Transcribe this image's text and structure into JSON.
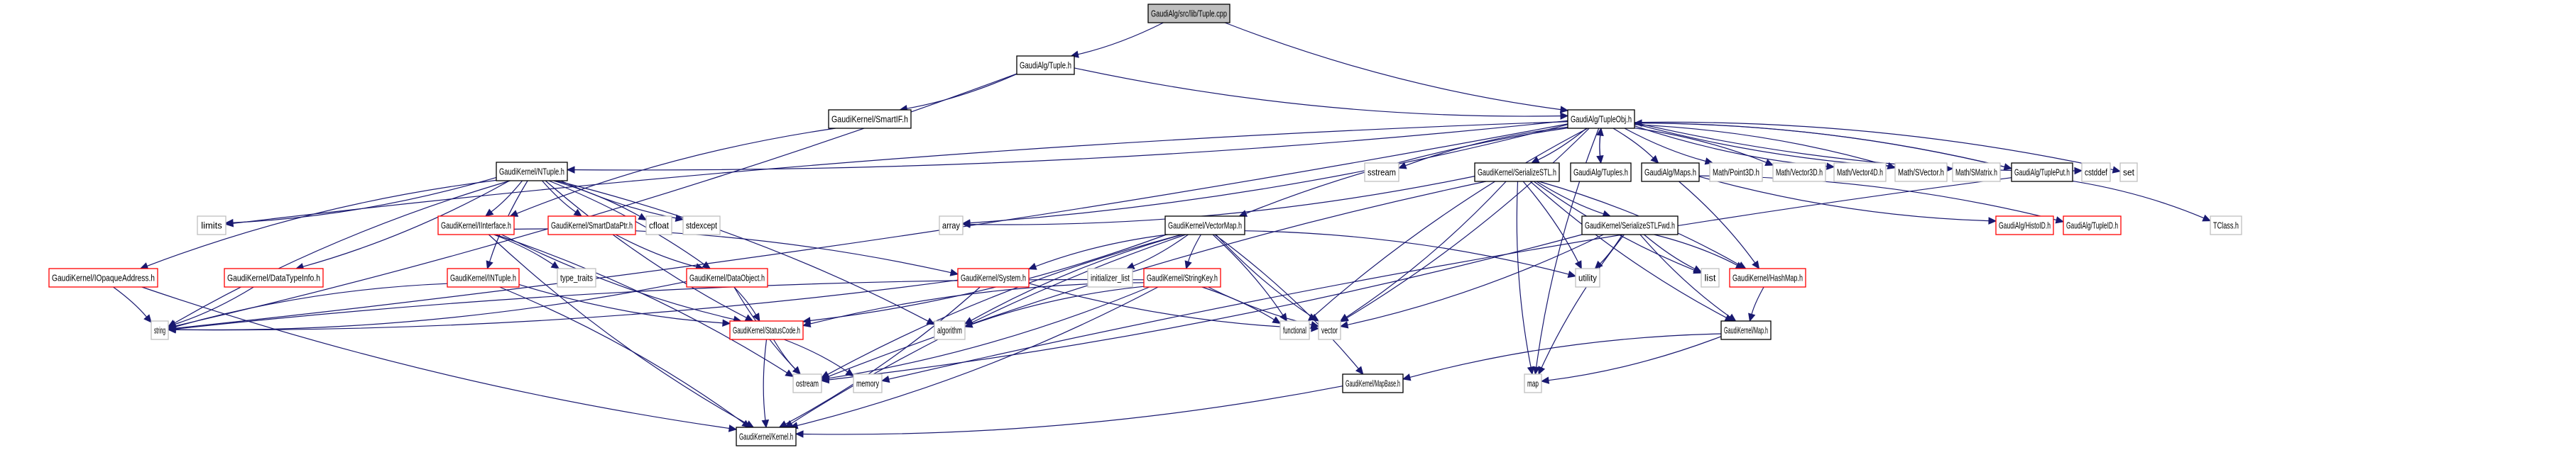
{
  "title": "GaudiAlg/src/lib/Tuple.cpp include dependency graph",
  "colors": {
    "edge": "#191970",
    "root_fill": "#bfbfbf",
    "documented_border": "#000000",
    "incomplete_border": "#ff0000",
    "external_border": "#bfbfbf"
  },
  "nodes": [
    {
      "id": "root",
      "label": "GaudiAlg/src/lib/Tuple.cpp",
      "kind": "root"
    },
    {
      "id": "tuple_h",
      "label": "GaudiAlg/Tuple.h",
      "kind": "doc"
    },
    {
      "id": "smartif",
      "label": "GaudiKernel/SmartIF.h",
      "kind": "doc"
    },
    {
      "id": "tupleobj",
      "label": "GaudiAlg/TupleObj.h",
      "kind": "doc"
    },
    {
      "id": "ntuple",
      "label": "GaudiKernel/NTuple.h",
      "kind": "doc"
    },
    {
      "id": "sstream",
      "label": "sstream",
      "kind": "ext"
    },
    {
      "id": "serializestl",
      "label": "GaudiKernel/SerializeSTL.h",
      "kind": "doc"
    },
    {
      "id": "tuples",
      "label": "GaudiAlg/Tuples.h",
      "kind": "doc"
    },
    {
      "id": "maps",
      "label": "GaudiAlg/Maps.h",
      "kind": "doc"
    },
    {
      "id": "point3d",
      "label": "Math/Point3D.h",
      "kind": "ext"
    },
    {
      "id": "vector3d",
      "label": "Math/Vector3D.h",
      "kind": "ext"
    },
    {
      "id": "vector4d",
      "label": "Math/Vector4D.h",
      "kind": "ext"
    },
    {
      "id": "svector",
      "label": "Math/SVector.h",
      "kind": "ext"
    },
    {
      "id": "smatrix",
      "label": "Math/SMatrix.h",
      "kind": "ext"
    },
    {
      "id": "tupleput",
      "label": "GaudiAlg/TuplePut.h",
      "kind": "doc"
    },
    {
      "id": "cstddef",
      "label": "cstddef",
      "kind": "ext"
    },
    {
      "id": "set",
      "label": "set",
      "kind": "ext"
    },
    {
      "id": "limits",
      "label": "limits",
      "kind": "ext"
    },
    {
      "id": "iinterface",
      "label": "GaudiKernel/IInterface.h",
      "kind": "red"
    },
    {
      "id": "smartdataptr",
      "label": "GaudiKernel/SmartDataPtr.h",
      "kind": "red"
    },
    {
      "id": "cfloat",
      "label": "cfloat",
      "kind": "ext"
    },
    {
      "id": "stdexcept",
      "label": "stdexcept",
      "kind": "ext"
    },
    {
      "id": "array",
      "label": "array",
      "kind": "ext"
    },
    {
      "id": "vectormap",
      "label": "GaudiKernel/VectorMap.h",
      "kind": "doc"
    },
    {
      "id": "serializestlfwd",
      "label": "GaudiKernel/SerializeSTLFwd.h",
      "kind": "doc"
    },
    {
      "id": "histoid",
      "label": "GaudiAlg/HistoID.h",
      "kind": "red"
    },
    {
      "id": "tupleid",
      "label": "GaudiAlg/TupleID.h",
      "kind": "red"
    },
    {
      "id": "tclass",
      "label": "TClass.h",
      "kind": "ext"
    },
    {
      "id": "iopaque",
      "label": "GaudiKernel/IOpaqueAddress.h",
      "kind": "red"
    },
    {
      "id": "datatypeinfo",
      "label": "GaudiKernel/DataTypeInfo.h",
      "kind": "red"
    },
    {
      "id": "intuple",
      "label": "GaudiKernel/INTuple.h",
      "kind": "red"
    },
    {
      "id": "type_traits",
      "label": "type_traits",
      "kind": "ext"
    },
    {
      "id": "dataobject",
      "label": "GaudiKernel/DataObject.h",
      "kind": "red"
    },
    {
      "id": "system",
      "label": "GaudiKernel/System.h",
      "kind": "red"
    },
    {
      "id": "initializer_list",
      "label": "initializer_list",
      "kind": "ext"
    },
    {
      "id": "stringkey",
      "label": "GaudiKernel/StringKey.h",
      "kind": "red"
    },
    {
      "id": "utility",
      "label": "utility",
      "kind": "ext"
    },
    {
      "id": "list",
      "label": "list",
      "kind": "ext"
    },
    {
      "id": "hashmap",
      "label": "GaudiKernel/HashMap.h",
      "kind": "red"
    },
    {
      "id": "string",
      "label": "string",
      "kind": "ext"
    },
    {
      "id": "statuscode",
      "label": "GaudiKernel/StatusCode.h",
      "kind": "red"
    },
    {
      "id": "algorithm",
      "label": "algorithm",
      "kind": "ext"
    },
    {
      "id": "functional",
      "label": "functional",
      "kind": "ext"
    },
    {
      "id": "vector",
      "label": "vector",
      "kind": "ext"
    },
    {
      "id": "map_h",
      "label": "GaudiKernel/Map.h",
      "kind": "doc"
    },
    {
      "id": "ostream",
      "label": "ostream",
      "kind": "ext"
    },
    {
      "id": "memory",
      "label": "memory",
      "kind": "ext"
    },
    {
      "id": "map",
      "label": "map",
      "kind": "ext"
    },
    {
      "id": "mapbase",
      "label": "GaudiKernel/MapBase.h",
      "kind": "doc"
    },
    {
      "id": "kernel",
      "label": "GaudiKernel/Kernel.h",
      "kind": "doc"
    }
  ],
  "edges": [
    [
      "root",
      "tuple_h"
    ],
    [
      "root",
      "tupleobj"
    ],
    [
      "tuple_h",
      "smartif"
    ],
    [
      "tuple_h",
      "tupleobj"
    ],
    [
      "tuple_h",
      "string"
    ],
    [
      "smartif",
      "iinterface"
    ],
    [
      "tupleobj",
      "ntuple"
    ],
    [
      "tupleobj",
      "sstream"
    ],
    [
      "tupleobj",
      "serializestl"
    ],
    [
      "tupleobj",
      "tuples"
    ],
    [
      "tupleobj",
      "maps"
    ],
    [
      "tupleobj",
      "point3d"
    ],
    [
      "tupleobj",
      "vector3d"
    ],
    [
      "tupleobj",
      "vector4d"
    ],
    [
      "tupleobj",
      "svector"
    ],
    [
      "tupleobj",
      "smatrix"
    ],
    [
      "tupleobj",
      "tupleput"
    ],
    [
      "tupleobj",
      "cstddef"
    ],
    [
      "tupleobj",
      "set"
    ],
    [
      "tupleobj",
      "limits"
    ],
    [
      "tupleobj",
      "array"
    ],
    [
      "tupleobj",
      "vectormap"
    ],
    [
      "tupleobj",
      "string"
    ],
    [
      "tupleobj",
      "functional"
    ],
    [
      "tupleobj",
      "vector"
    ],
    [
      "tupleobj",
      "map"
    ],
    [
      "tuples",
      "tupleobj"
    ],
    [
      "tupleput",
      "tupleobj"
    ],
    [
      "tupleput",
      "tclass"
    ],
    [
      "tupleput",
      "memory"
    ],
    [
      "ntuple",
      "iinterface"
    ],
    [
      "ntuple",
      "smartdataptr"
    ],
    [
      "ntuple",
      "cfloat"
    ],
    [
      "ntuple",
      "stdexcept"
    ],
    [
      "ntuple",
      "limits"
    ],
    [
      "ntuple",
      "iopaque"
    ],
    [
      "ntuple",
      "datatypeinfo"
    ],
    [
      "ntuple",
      "intuple"
    ],
    [
      "ntuple",
      "dataobject"
    ],
    [
      "ntuple",
      "string"
    ],
    [
      "ntuple",
      "algorithm"
    ],
    [
      "ntuple",
      "statuscode"
    ],
    [
      "iinterface",
      "type_traits"
    ],
    [
      "iinterface",
      "statuscode"
    ],
    [
      "iinterface",
      "ostream"
    ],
    [
      "iinterface",
      "kernel"
    ],
    [
      "iinterface",
      "system"
    ],
    [
      "smartdataptr",
      "dataobject"
    ],
    [
      "dataobject",
      "statuscode"
    ],
    [
      "dataobject",
      "ostream"
    ],
    [
      "dataobject",
      "string"
    ],
    [
      "serializestl",
      "serializestlfwd"
    ],
    [
      "serializestl",
      "utility"
    ],
    [
      "serializestl",
      "list"
    ],
    [
      "serializestl",
      "hashmap"
    ],
    [
      "serializestl",
      "map_h"
    ],
    [
      "serializestl",
      "vector"
    ],
    [
      "serializestl",
      "ostream"
    ],
    [
      "serializestl",
      "array"
    ],
    [
      "serializestl",
      "map"
    ],
    [
      "maps",
      "hashmap"
    ],
    [
      "maps",
      "histoid"
    ],
    [
      "maps",
      "tupleid"
    ],
    [
      "vectormap",
      "stringkey"
    ],
    [
      "vectormap",
      "initializer_list"
    ],
    [
      "vectormap",
      "system"
    ],
    [
      "vectormap",
      "utility"
    ],
    [
      "vectormap",
      "algorithm"
    ],
    [
      "vectormap",
      "functional"
    ],
    [
      "vectormap",
      "vector"
    ],
    [
      "vectormap",
      "mapbase"
    ],
    [
      "vectormap",
      "ostream"
    ],
    [
      "vectormap",
      "statuscode"
    ],
    [
      "vectormap",
      "kernel"
    ],
    [
      "serializestlfwd",
      "utility"
    ],
    [
      "serializestlfwd",
      "list"
    ],
    [
      "serializestlfwd",
      "hashmap"
    ],
    [
      "serializestlfwd",
      "map_h"
    ],
    [
      "serializestlfwd",
      "vector"
    ],
    [
      "serializestlfwd",
      "map"
    ],
    [
      "serializestlfwd",
      "ostream"
    ],
    [
      "hashmap",
      "map_h"
    ],
    [
      "map_h",
      "map"
    ],
    [
      "map_h",
      "mapbase"
    ],
    [
      "mapbase",
      "kernel"
    ],
    [
      "stringkey",
      "string"
    ],
    [
      "stringkey",
      "functional"
    ],
    [
      "stringkey",
      "algorithm"
    ],
    [
      "stringkey",
      "ostream"
    ],
    [
      "stringkey",
      "statuscode"
    ],
    [
      "stringkey",
      "kernel"
    ],
    [
      "stringkey",
      "vector"
    ],
    [
      "system",
      "string"
    ],
    [
      "system",
      "vector"
    ],
    [
      "system",
      "kernel"
    ],
    [
      "statuscode",
      "ostream"
    ],
    [
      "statuscode",
      "memory"
    ],
    [
      "statuscode",
      "kernel"
    ],
    [
      "iopaque",
      "string"
    ],
    [
      "iopaque",
      "kernel"
    ],
    [
      "datatypeinfo",
      "string"
    ],
    [
      "intuple",
      "string"
    ],
    [
      "intuple",
      "kernel"
    ],
    [
      "intuple",
      "statuscode"
    ]
  ]
}
